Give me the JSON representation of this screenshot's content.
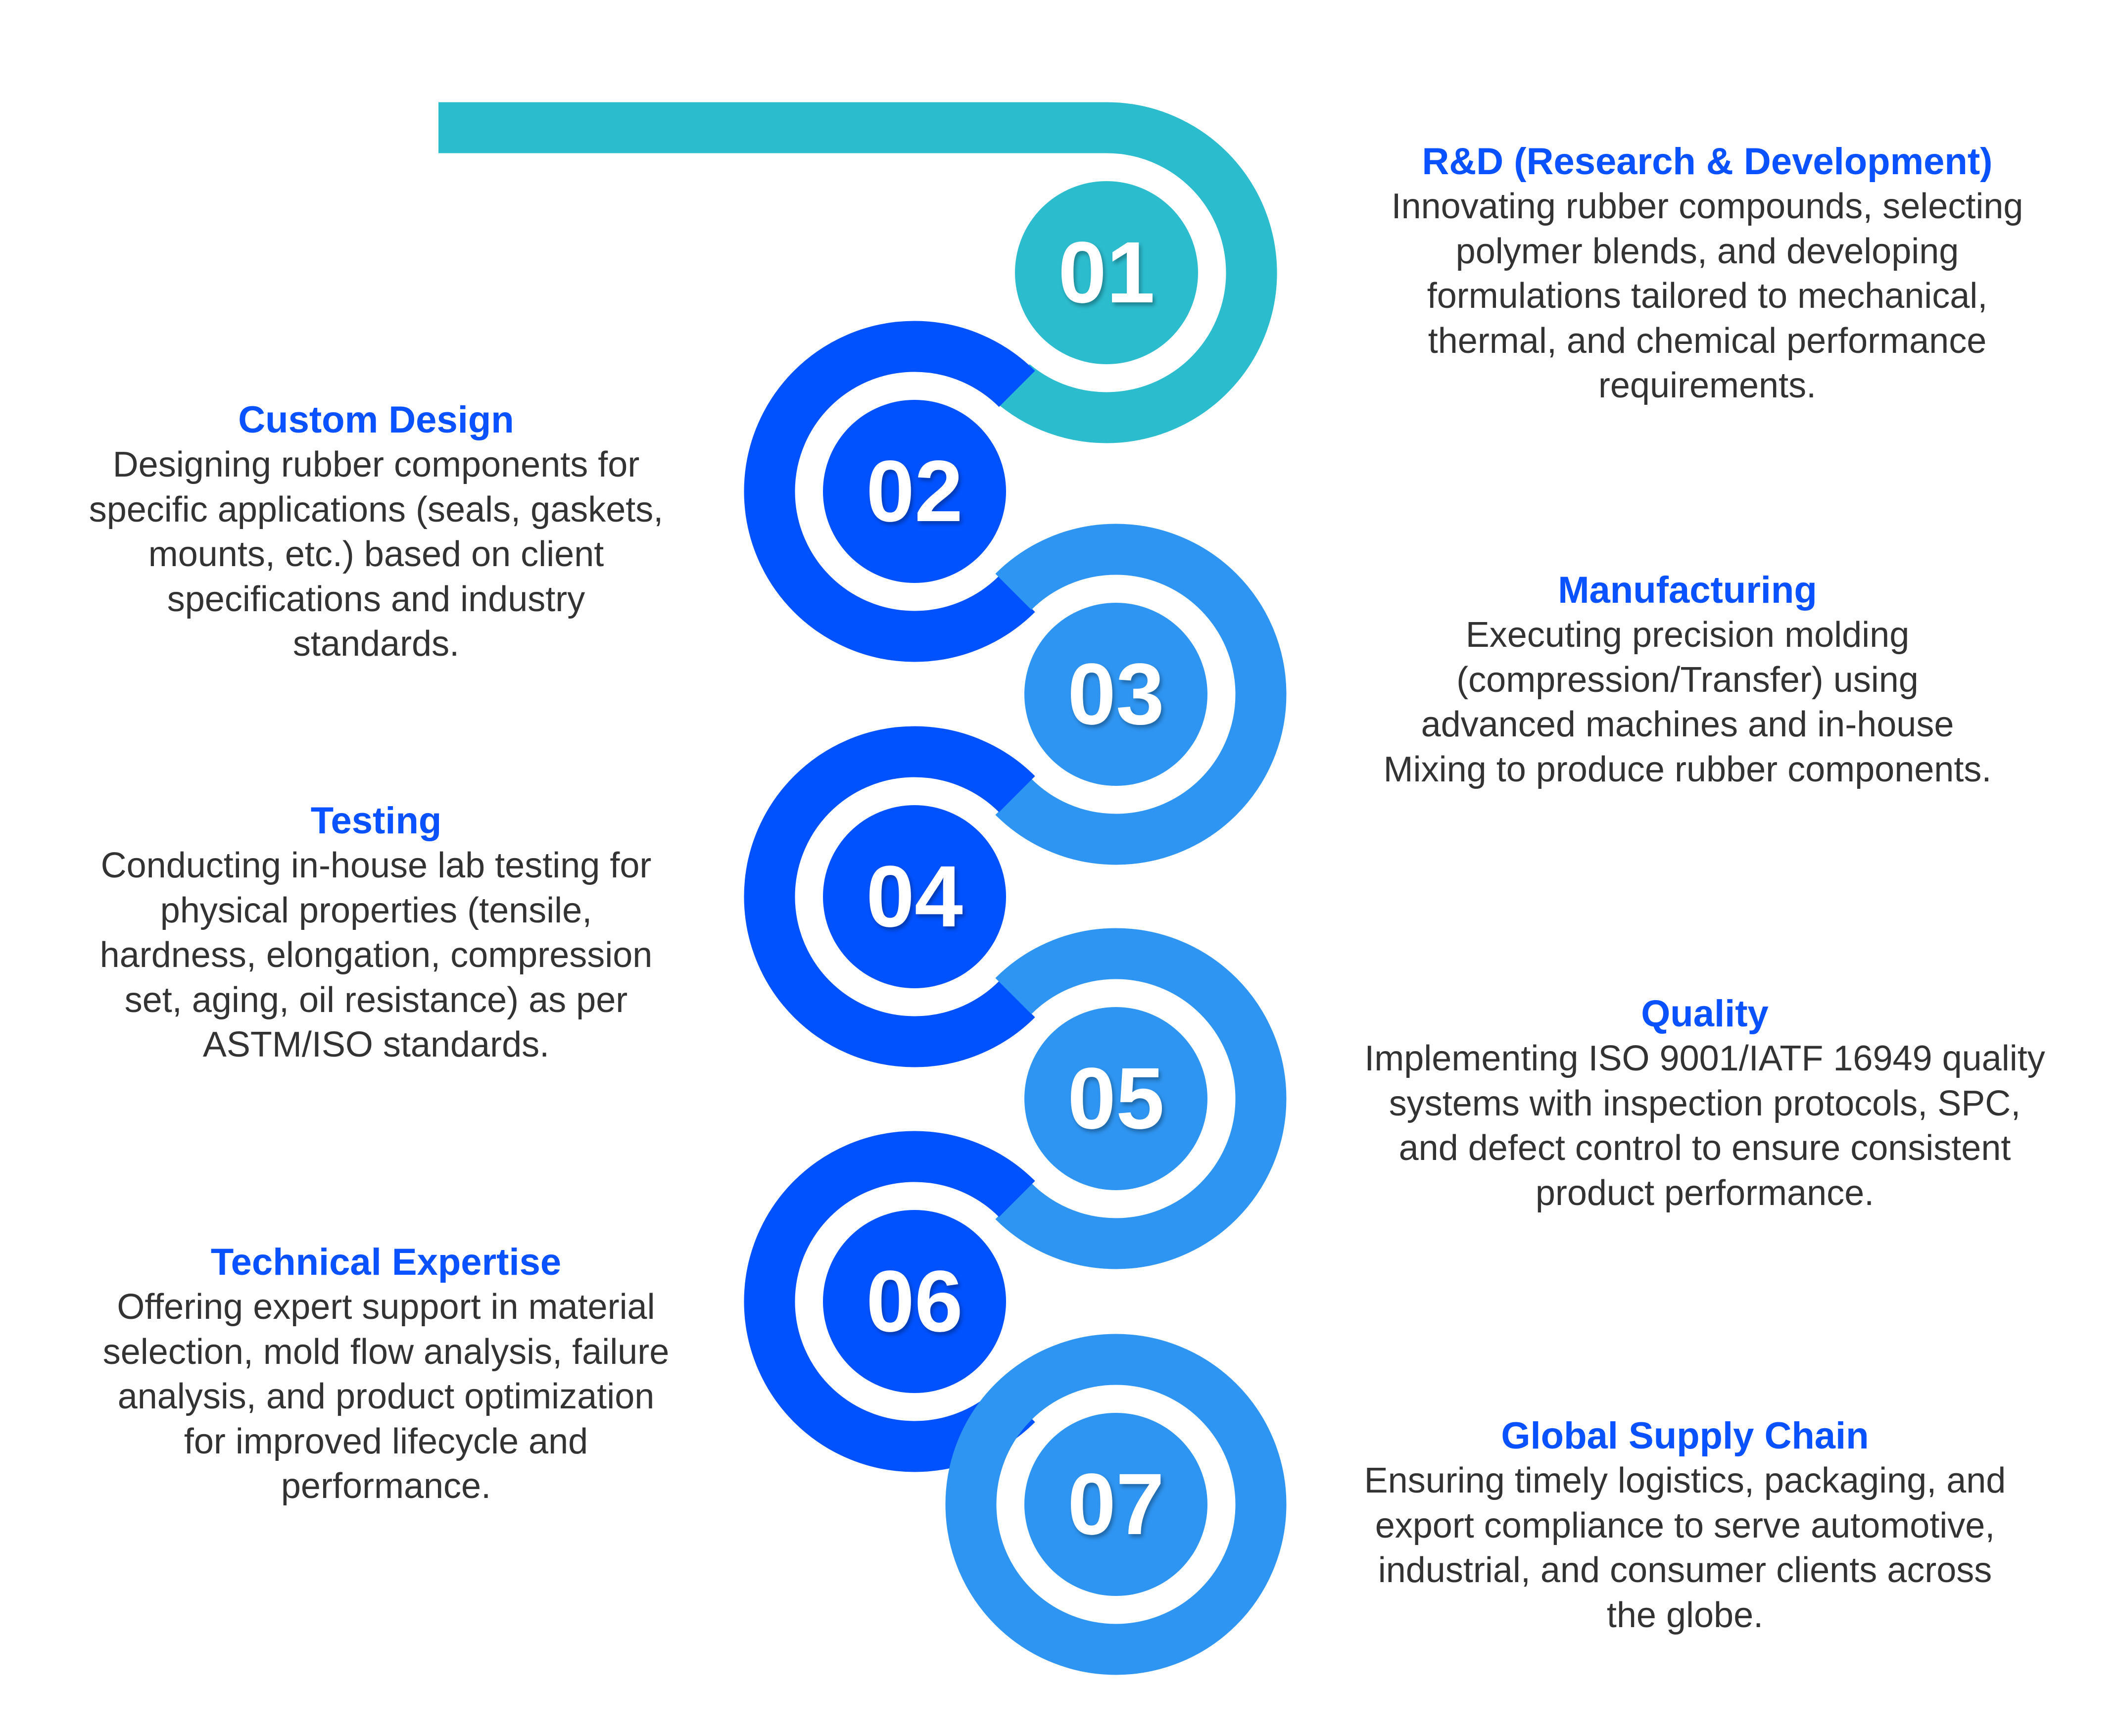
{
  "colors": {
    "teal": "#2bbcce",
    "dark_blue": "#0052ff",
    "light_blue": "#2e95f2",
    "title": "#0a52ff",
    "text": "#333333"
  },
  "steps": [
    {
      "number": "01",
      "title": "R&D (Research & Development)",
      "lines": [
        "Innovating rubber compounds, selecting",
        "polymer blends, and developing",
        "formulations tailored to mechanical,",
        "thermal, and chemical performance",
        "requirements."
      ]
    },
    {
      "number": "02",
      "title": "Custom Design",
      "lines": [
        "Designing rubber components for",
        "specific applications (seals, gaskets,",
        "mounts, etc.) based on client",
        "specifications and industry",
        "standards."
      ]
    },
    {
      "number": "03",
      "title": "Manufacturing",
      "lines": [
        "Executing precision molding",
        "(compression/Transfer) using",
        "advanced machines and in-house",
        "Mixing to produce rubber components."
      ]
    },
    {
      "number": "04",
      "title": "Testing",
      "lines": [
        "Conducting in-house lab testing for",
        "physical properties (tensile,",
        "hardness, elongation, compression",
        "set, aging, oil resistance) as per",
        "ASTM/ISO standards."
      ]
    },
    {
      "number": "05",
      "title": "Quality",
      "lines": [
        "Implementing ISO 9001/IATF 16949 quality",
        "systems with inspection protocols, SPC,",
        "and defect control to ensure consistent",
        "product performance."
      ]
    },
    {
      "number": "06",
      "title": "Technical Expertise",
      "lines": [
        "Offering expert support in material",
        "selection, mold flow analysis, failure",
        "analysis, and product optimization",
        "for improved lifecycle and",
        "performance."
      ]
    },
    {
      "number": "07",
      "title": "Global Supply Chain",
      "lines": [
        "Ensuring timely logistics, packaging, and",
        "export compliance to serve automotive,",
        "industrial, and consumer clients across",
        "the globe."
      ]
    }
  ]
}
